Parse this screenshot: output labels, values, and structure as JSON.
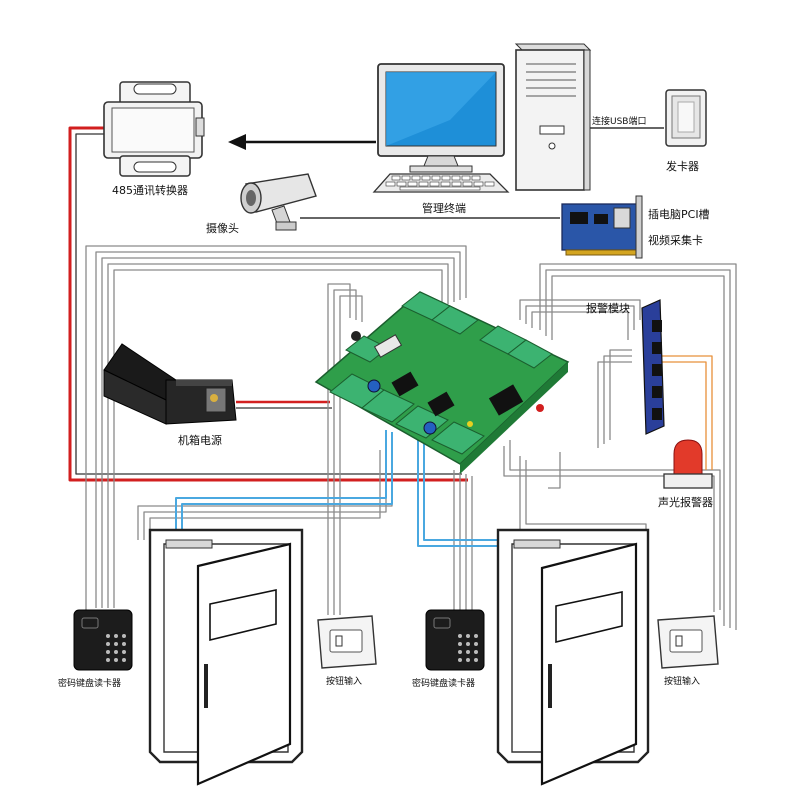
{
  "labels": {
    "converter": "485通讯转换器",
    "terminal": "管理终端",
    "card_issuer": "发卡器",
    "usb_port": "连接USB端口",
    "camera": "摄像头",
    "pci_slot": "插电脑PCI槽",
    "capture_card": "视频采集卡",
    "alarm_module": "报警模块",
    "power_box": "机箱电源",
    "siren": "声光报警器",
    "keypad_reader_1": "密码键盘读卡器",
    "button_1": "按钮输入",
    "keypad_reader_2": "密码键盘读卡器",
    "button_2": "按钮输入"
  },
  "colors": {
    "monitor_screen": "#1e8fd8",
    "pcb_green": "#2f9e4a",
    "terminal_green": "#3cb371",
    "alarm_board": "#2a3f9a",
    "cable_red": "#d21f1f",
    "cable_blue": "#4aa8e0",
    "siren_red": "#e23a2a"
  }
}
